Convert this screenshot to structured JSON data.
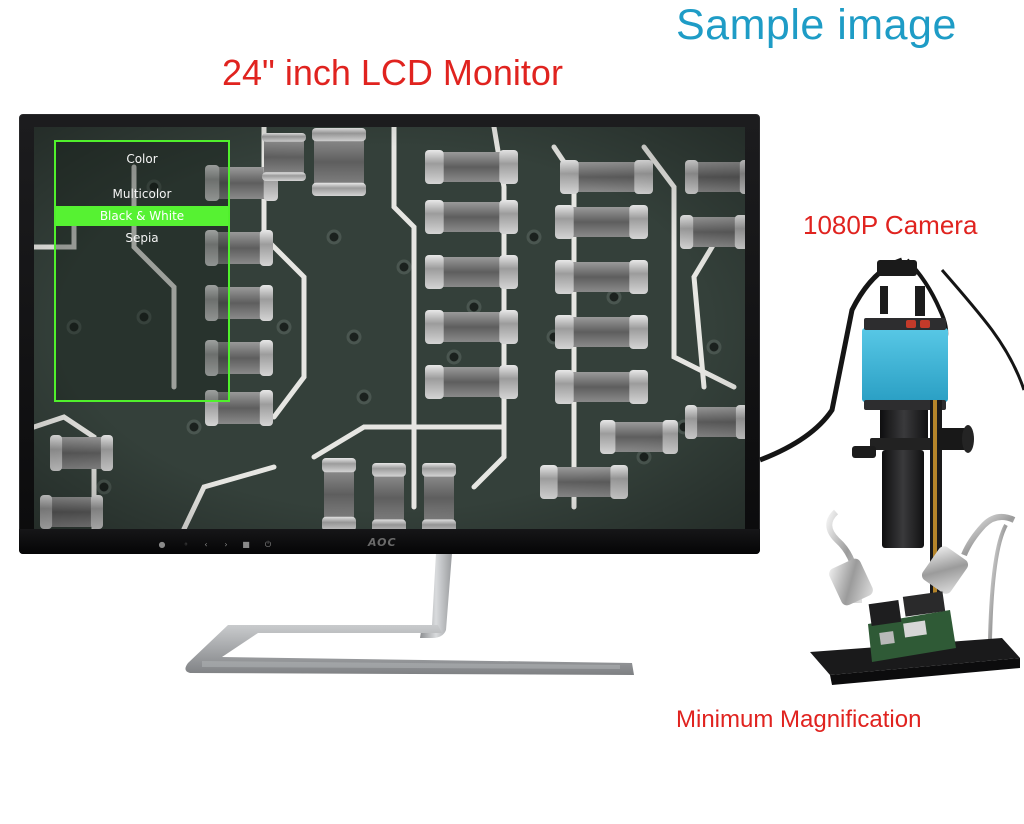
{
  "header": {
    "sample_label": "Sample image"
  },
  "labels": {
    "monitor": "24\" inch LCD Monitor",
    "camera": "1080P Camera",
    "magnification": "Minimum Magnification"
  },
  "osd_menu": {
    "title": "Color",
    "items": [
      {
        "label": "Multicolor",
        "selected": false
      },
      {
        "label": "Black & White",
        "selected": true
      },
      {
        "label": "Sepia",
        "selected": false
      }
    ],
    "highlight_color": "#56f232"
  },
  "monitor": {
    "brand": "AOC",
    "buttons": [
      "power-led-icon",
      "back-icon",
      "chevron-left-icon",
      "chevron-right-icon",
      "menu-square-icon",
      "power-icon"
    ]
  },
  "colors": {
    "sample_label": "#1e9cc6",
    "annotations": "#e0231f",
    "camera_body": "#31b4d8",
    "pcb_green": "#2f3a34"
  }
}
